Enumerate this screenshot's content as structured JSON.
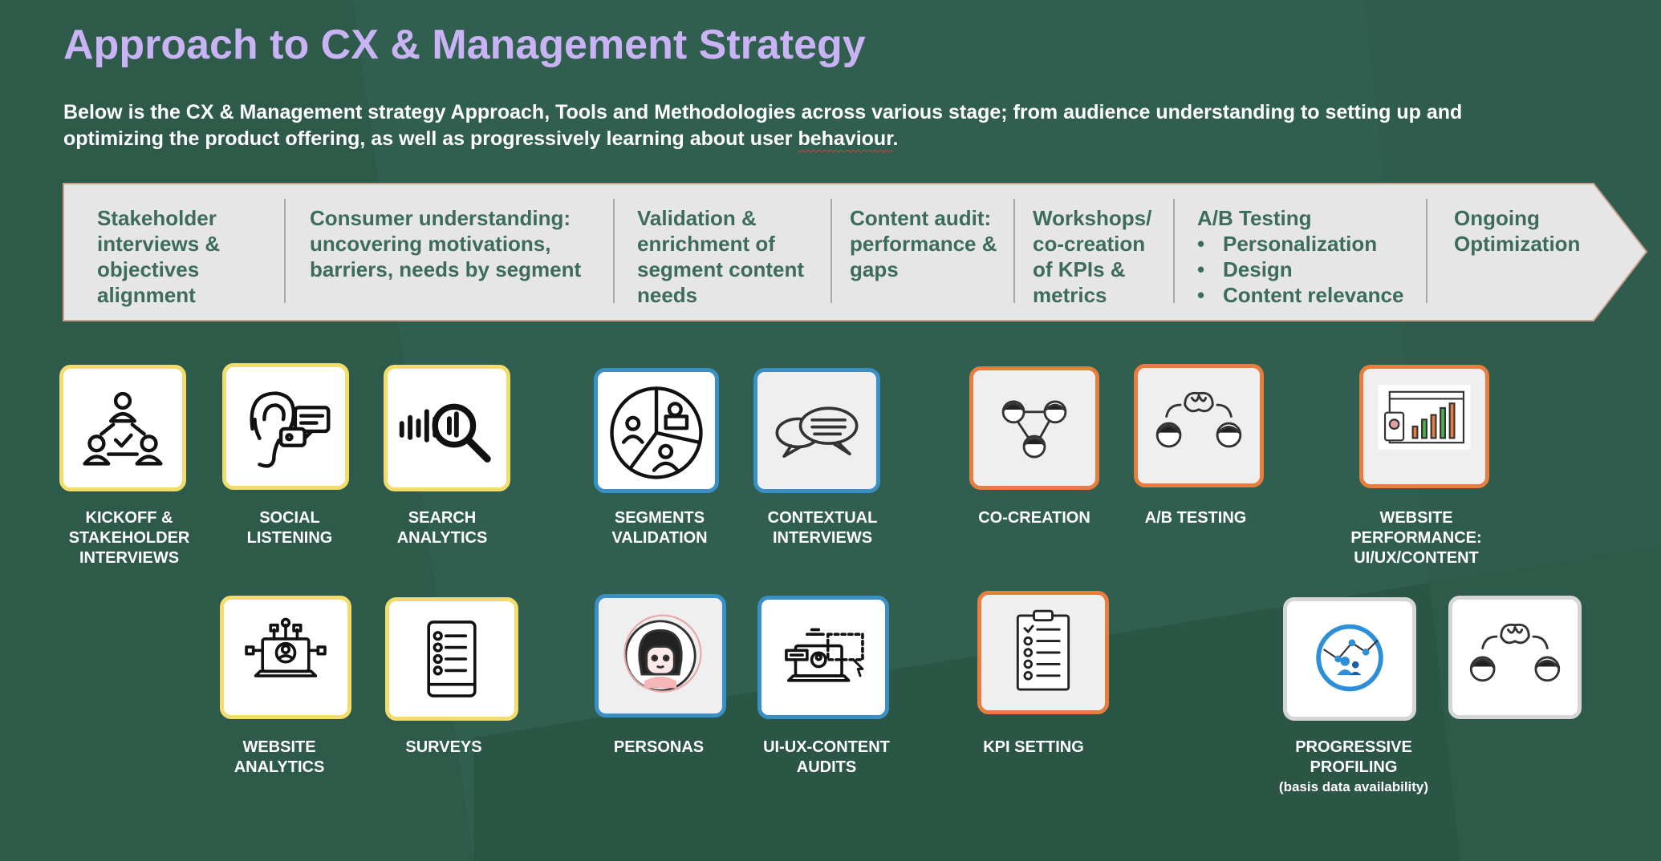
{
  "header": {
    "title": "Approach to CX & Management Strategy",
    "subtitle_part1": "Below is the CX & Management strategy Approach, Tools and Methodologies across various stage; from audience understanding to setting up and optimizing the product offering, as well as progressively learning about user ",
    "subtitle_word": "behaviour",
    "subtitle_end": "."
  },
  "stages": {
    "s1": "Stakeholder interviews & objectives alignment",
    "s2": "Consumer understanding: uncovering motivations, barriers, needs by segment",
    "s3": "Validation & enrichment of segment content needs",
    "s4": "Content audit: performance & gaps",
    "s5": "Workshops/ co-creation of KPIs & metrics",
    "s6_title": "A/B Testing",
    "s6_items": [
      "Personalization",
      "Design",
      "Content relevance"
    ],
    "s7": "Ongoing Optimization"
  },
  "tools": {
    "kickoff": "Kickoff & Stakeholder Interviews",
    "social": "Social Listening",
    "search": "Search Analytics",
    "segments": "Segments Validation",
    "contextual": "Contextual Interviews",
    "cocreation": "Co-Creation",
    "abtesting": "A/B Testing",
    "webperf": "Website Performance: UI/UX/Content",
    "webanalytics": "Website Analytics",
    "surveys": "Surveys",
    "personas": "Personas",
    "audits": "UI-UX-Content Audits",
    "kpi": "KPI Setting",
    "profiling": "Progressive Profiling",
    "profiling_note": "(basis data availability)"
  },
  "colors": {
    "background": "#315f4f",
    "title": "#c9b3f4",
    "stage_text": "#3d6b5d",
    "border_yellow": "#f2dc6b",
    "border_blue": "#3a8fc4",
    "border_orange": "#e87d3e"
  },
  "icons": [
    "people-network-icon",
    "ear-chat-icon",
    "search-analytics-icon",
    "segments-circle-icon",
    "chat-bubbles-icon",
    "co-creation-people-icon",
    "ab-testing-brain-icon",
    "performance-dashboard-icon",
    "analytics-laptop-icon",
    "survey-tablet-icon",
    "persona-avatar-icon",
    "audit-screen-icon",
    "kpi-clipboard-icon",
    "progressive-profiling-icon",
    "brain-people-icon"
  ]
}
